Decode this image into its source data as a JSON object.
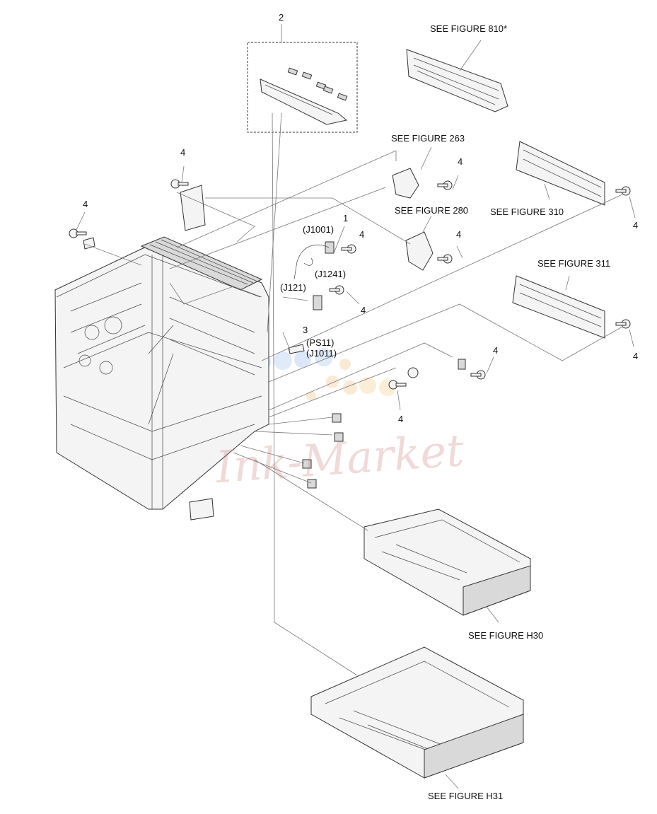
{
  "callouts": {
    "c1": "1",
    "c2": "2",
    "c3": "3",
    "c4": "4"
  },
  "connectors": {
    "j1001": "(J1001)",
    "j1241": "(J1241)",
    "j121": "(J121)",
    "ps11": "(PS11)",
    "j1011": "(J1011)"
  },
  "figure_refs": {
    "f810": "SEE FIGURE 810*",
    "f263": "SEE FIGURE 263",
    "f280": "SEE FIGURE 280",
    "f310": "SEE FIGURE 310",
    "f311": "SEE FIGURE 311",
    "fh30": "SEE FIGURE H30",
    "fh31": "SEE FIGURE H31"
  },
  "watermark": "Ink-Market"
}
